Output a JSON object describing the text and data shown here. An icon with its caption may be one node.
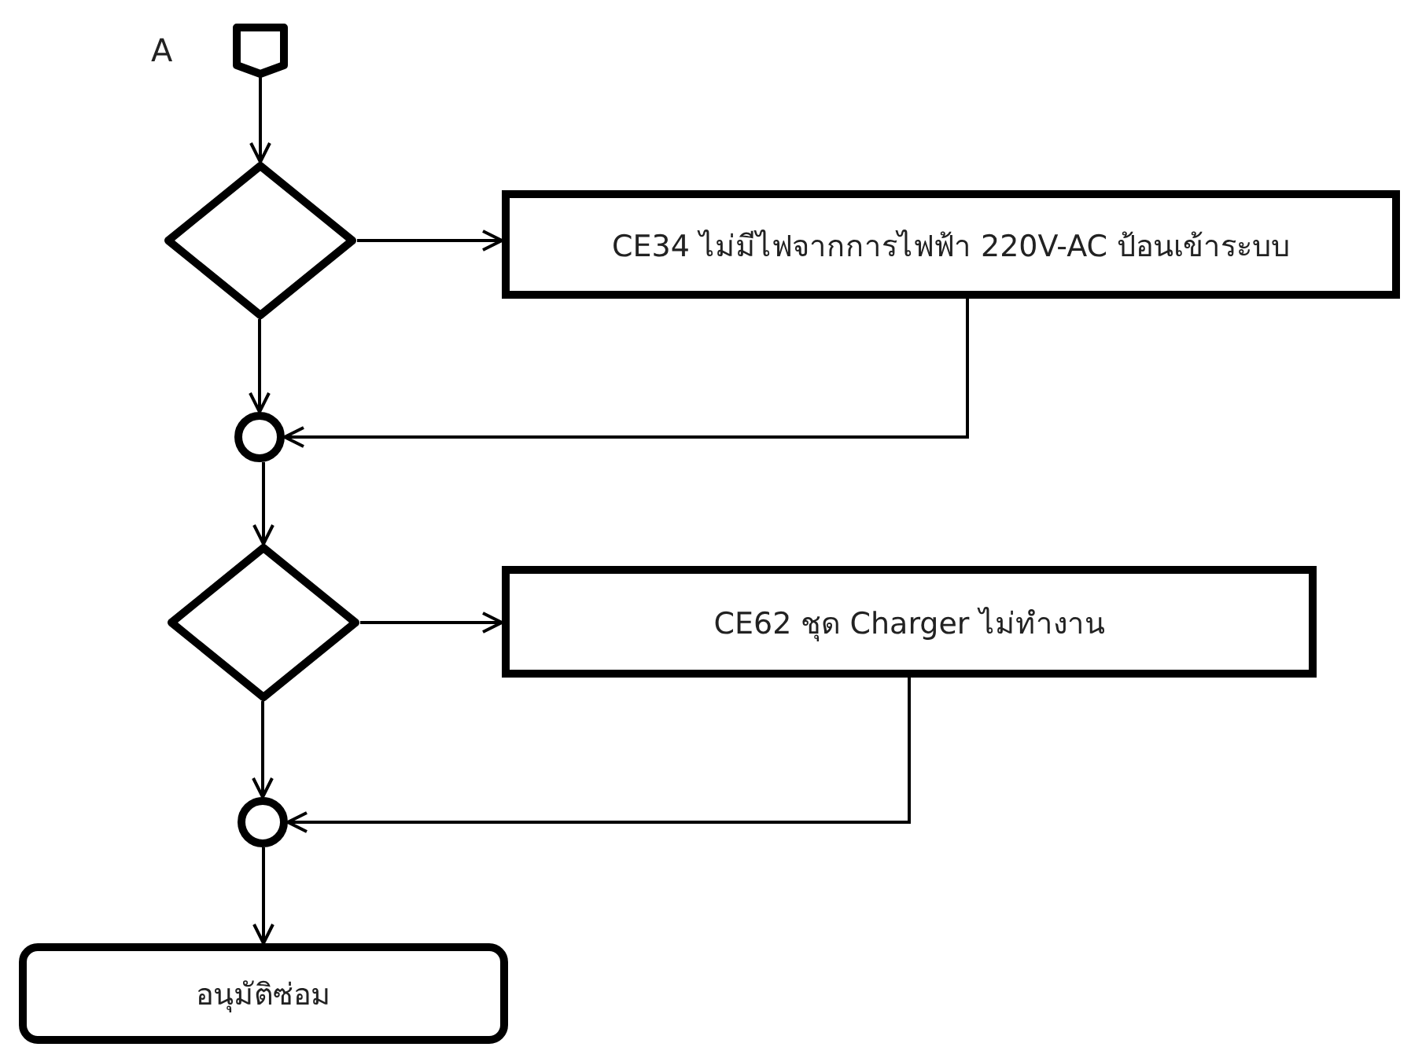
{
  "diagram": {
    "nodes": [
      {
        "text": [],
        "shape": "pentagon",
        "beside": [
          "A"
        ]
      },
      {
        "text": [],
        "shape": "diamond"
      },
      {
        "text": [
          "CE34 ไม่มีไฟจากการไฟฟ้า 220V-AC ป้อนเข้าระบบ"
        ]
      },
      {
        "text": [],
        "shape": "circle"
      },
      {
        "text": [],
        "shape": "diamond"
      },
      {
        "text": [
          "CE62 ชุด Charger ไม่ทำงาน"
        ]
      },
      {
        "text": [],
        "shape": "circle"
      },
      {
        "text": [
          "อนุมัติซ่อม"
        ]
      }
    ],
    "edges": [
      {
        "from": 0,
        "to": 1,
        "arrow": "to"
      },
      {
        "from": 1,
        "to": 2,
        "arrow": "to"
      },
      {
        "from": 1,
        "to": 3,
        "arrow": "to"
      },
      {
        "from": 2,
        "to": 3,
        "arrow": "to"
      },
      {
        "from": 3,
        "to": 4,
        "arrow": "to"
      },
      {
        "from": 4,
        "to": 5,
        "arrow": "to"
      },
      {
        "from": 4,
        "to": 6,
        "arrow": "to"
      },
      {
        "from": 5,
        "to": 6,
        "arrow": "to"
      },
      {
        "from": 6,
        "to": 7,
        "arrow": "to"
      }
    ]
  }
}
